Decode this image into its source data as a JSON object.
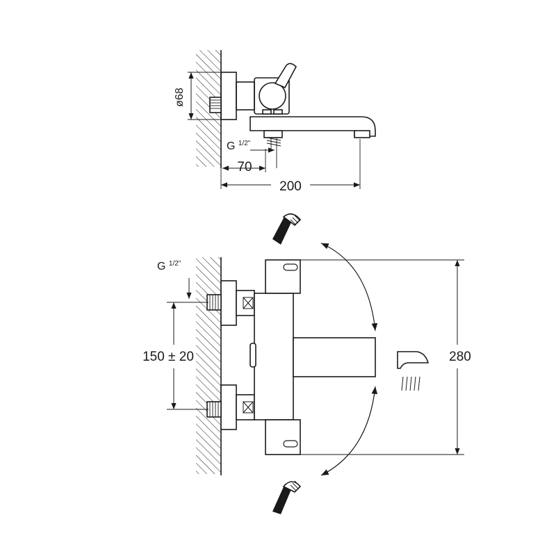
{
  "top_view": {
    "diameter_label": "ø68",
    "thread_prefix": "G ",
    "thread_fraction": "1/2\"",
    "dim_70": "70",
    "dim_200": "200"
  },
  "front_view": {
    "thread_prefix": "G ",
    "thread_fraction": "1/2\"",
    "dim_spacing": "150 ± 20",
    "dim_height": "280"
  },
  "colors": {
    "line": "#1a1a1a",
    "background": "#ffffff"
  }
}
